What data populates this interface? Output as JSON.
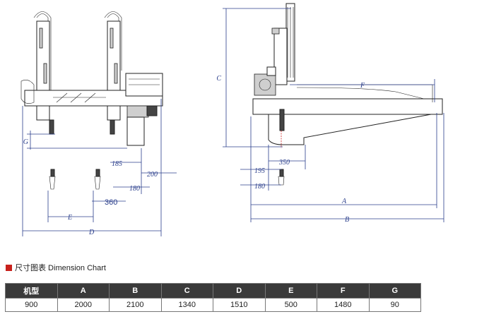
{
  "drawing": {
    "left_labels": {
      "G": "G",
      "E": "E",
      "D": "D",
      "dim_185": "185",
      "dim_180": "180",
      "dim_200": "200",
      "dim_360": "360"
    },
    "right_labels": {
      "C": "C",
      "F": "F",
      "A": "A",
      "B": "B",
      "dim_195": "195",
      "dim_350": "350",
      "dim_180": "180"
    }
  },
  "section": {
    "title": "尺寸图表 Dimension Chart",
    "accent_color": "#c8211c"
  },
  "table": {
    "headers": [
      "机型",
      "A",
      "B",
      "C",
      "D",
      "E",
      "F",
      "G"
    ],
    "rows": [
      [
        "900",
        "2000",
        "2100",
        "1340",
        "1510",
        "500",
        "1480",
        "90"
      ]
    ]
  }
}
